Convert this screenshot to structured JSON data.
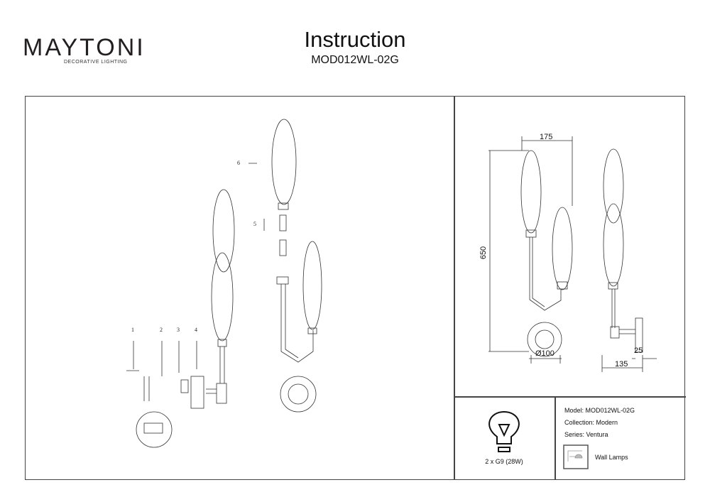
{
  "header": {
    "brand": "MAYTONI",
    "brand_tagline": "DECORATIVE LIGHTING",
    "title": "Instruction",
    "model": "MOD012WL-02G"
  },
  "steps": [
    "1",
    "2",
    "3",
    "4",
    "5",
    "6"
  ],
  "dimensions": {
    "width": "175",
    "height": "650",
    "diameter": "Ø100",
    "depth": "135",
    "plate": "25"
  },
  "specs": {
    "bulb": "2 x G9 (28W)",
    "model": "Model: MOD012WL-02G",
    "collection": "Collection: Modern",
    "series": "Series: Ventura",
    "category": "Wall Lamps"
  }
}
